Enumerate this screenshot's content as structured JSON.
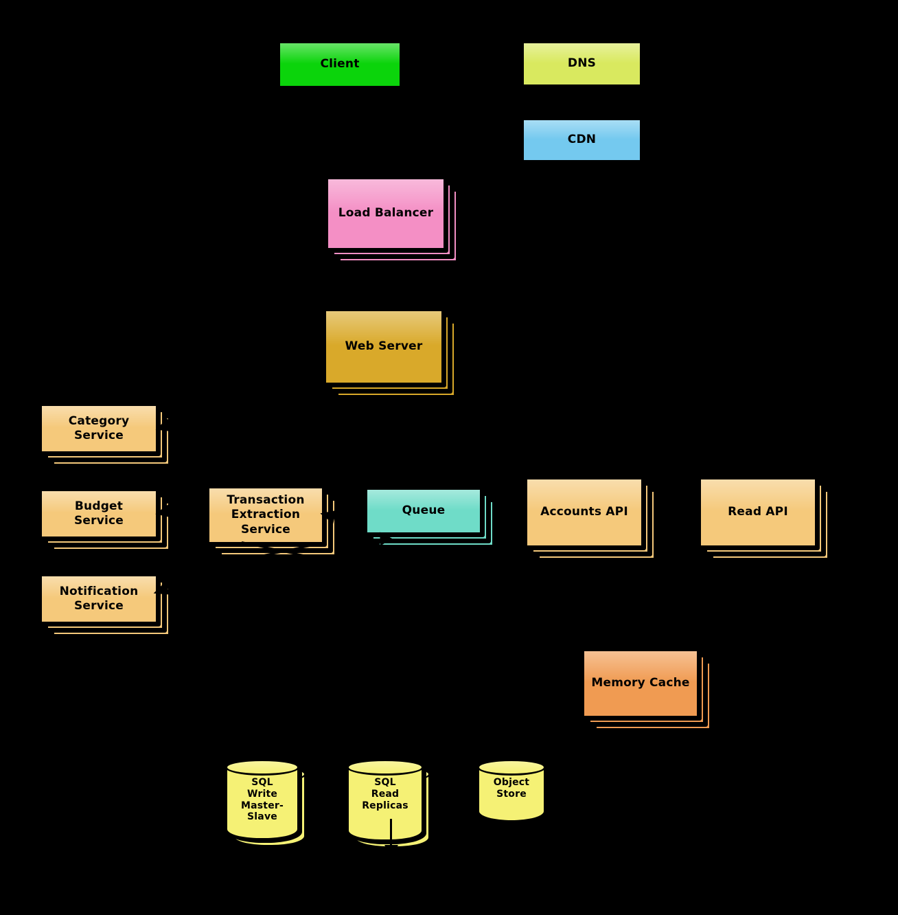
{
  "canvas": {
    "background": "#000000",
    "text_color": "#000000"
  },
  "nodes": {
    "client": {
      "label": "Client",
      "color": "#0bd40b"
    },
    "dns": {
      "label": "DNS",
      "color": "#d9e95f"
    },
    "cdn": {
      "label": "CDN",
      "color": "#74c9ef"
    },
    "load_balancer": {
      "label": "Load Balancer",
      "color": "#f48fc5"
    },
    "web_server": {
      "label": "Web Server",
      "color": "#d9a92a"
    },
    "category_service": {
      "label": "Category\nService",
      "color": "#f5c97b"
    },
    "budget_service": {
      "label": "Budget\nService",
      "color": "#f5c97b"
    },
    "notification_service": {
      "label": "Notification\nService",
      "color": "#f5c97b"
    },
    "transaction_extraction_service": {
      "label": "Transaction\nExtraction\nService",
      "color": "#f5c97b"
    },
    "queue": {
      "label": "Queue",
      "color": "#6fdcc8"
    },
    "accounts_api": {
      "label": "Accounts API",
      "color": "#f5c97b"
    },
    "read_api": {
      "label": "Read API",
      "color": "#f5c97b"
    },
    "memory_cache": {
      "label": "Memory Cache",
      "color": "#f09b52"
    },
    "sql_write": {
      "label": "SQL\nWrite\nMaster-\nSlave",
      "color": "#f5f175"
    },
    "sql_read": {
      "label": "SQL\nRead\nReplicas",
      "color": "#f5f175"
    },
    "object_store": {
      "label": "Object\nStore",
      "color": "#f5f175"
    }
  }
}
